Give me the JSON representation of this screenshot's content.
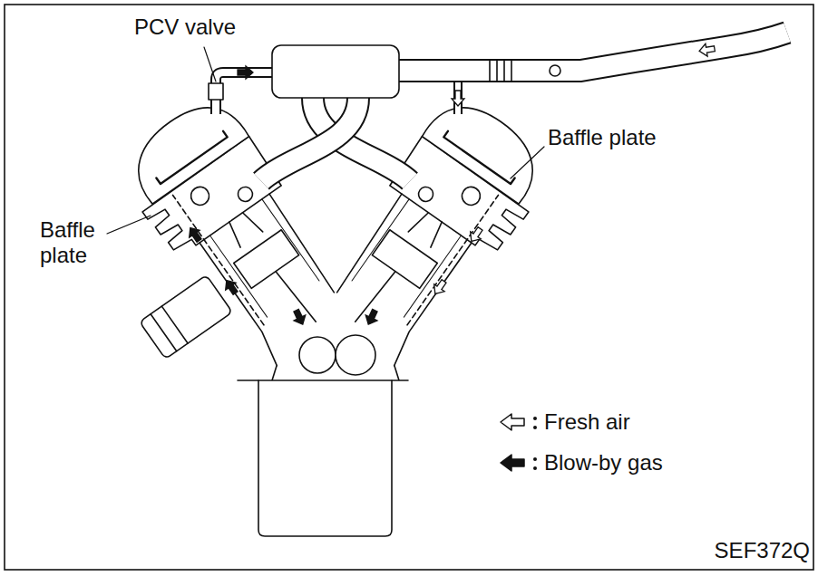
{
  "diagram": {
    "labels": [
      "PCV valve",
      "Baffle plate",
      "Baffle plate",
      "SEF372Q"
    ],
    "legend": [
      {
        "text": "Fresh air"
      },
      {
        "text": "Blow-by gas"
      }
    ]
  }
}
